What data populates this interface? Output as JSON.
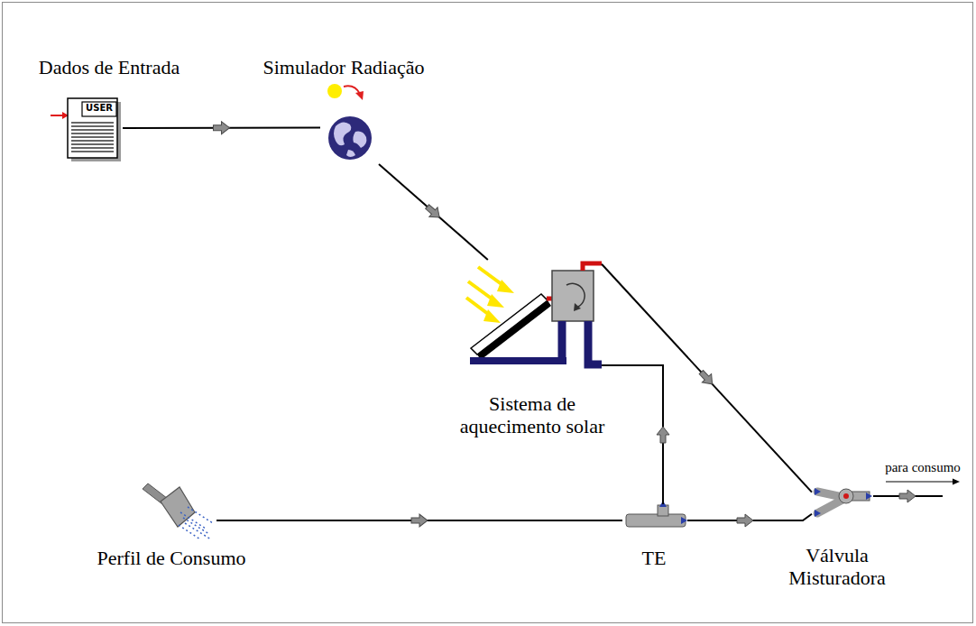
{
  "diagram": {
    "nodes": [
      {
        "text": [
          "Dados de Entrada"
        ]
      },
      {
        "text": [
          "Simulador Radiação"
        ]
      },
      {
        "text": [
          "Sistema de aquecimento solar"
        ]
      },
      {
        "text": [
          "Perfil de Consumo"
        ]
      },
      {
        "text": [
          "TE"
        ]
      },
      {
        "text": [
          "Válvula Misturadora"
        ]
      }
    ],
    "edges": [
      {
        "from": 0,
        "to": 1,
        "arrow": "to"
      },
      {
        "from": 1,
        "to": 2,
        "arrow": "to"
      },
      {
        "from": 2,
        "to": 5,
        "arrow": "to"
      },
      {
        "from": 3,
        "to": 4,
        "arrow": "to"
      },
      {
        "from": 4,
        "to": 2,
        "arrow": "to"
      },
      {
        "from": 4,
        "to": 5,
        "arrow": "to"
      }
    ],
    "labels": [
      "USER",
      "para consumo"
    ]
  }
}
